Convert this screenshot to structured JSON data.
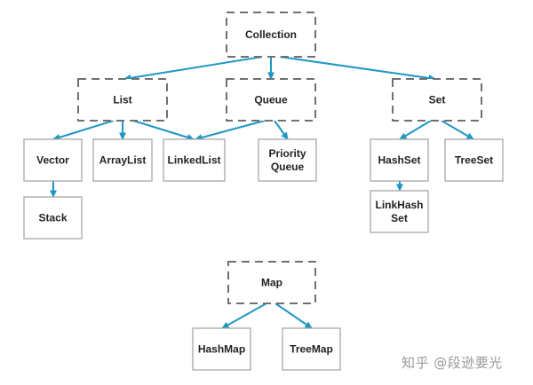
{
  "diagram": {
    "nodes": [
      {
        "id": "collection",
        "label": [
          "Collection"
        ],
        "style": "dashed"
      },
      {
        "id": "list",
        "label": [
          "List"
        ],
        "style": "dashed"
      },
      {
        "id": "queue",
        "label": [
          "Queue"
        ],
        "style": "dashed"
      },
      {
        "id": "set",
        "label": [
          "Set"
        ],
        "style": "dashed"
      },
      {
        "id": "vector",
        "label": [
          "Vector"
        ],
        "style": "solid"
      },
      {
        "id": "arraylist",
        "label": [
          "ArrayList"
        ],
        "style": "solid"
      },
      {
        "id": "linkedlist",
        "label": [
          "LinkedList"
        ],
        "style": "solid"
      },
      {
        "id": "priorityqueue",
        "label": [
          "Priority",
          "Queue"
        ],
        "style": "solid"
      },
      {
        "id": "hashset",
        "label": [
          "HashSet"
        ],
        "style": "solid"
      },
      {
        "id": "treeset",
        "label": [
          "TreeSet"
        ],
        "style": "solid"
      },
      {
        "id": "stack",
        "label": [
          "Stack"
        ],
        "style": "solid"
      },
      {
        "id": "linkhashset",
        "label": [
          "LinkHash",
          "Set"
        ],
        "style": "solid"
      },
      {
        "id": "map",
        "label": [
          "Map"
        ],
        "style": "dashed"
      },
      {
        "id": "hashmap",
        "label": [
          "HashMap"
        ],
        "style": "solid"
      },
      {
        "id": "treemap",
        "label": [
          "TreeMap"
        ],
        "style": "solid"
      }
    ],
    "edges": [
      {
        "from": "collection",
        "to": "list"
      },
      {
        "from": "collection",
        "to": "queue"
      },
      {
        "from": "collection",
        "to": "set"
      },
      {
        "from": "list",
        "to": "vector"
      },
      {
        "from": "list",
        "to": "arraylist"
      },
      {
        "from": "list",
        "to": "linkedlist"
      },
      {
        "from": "queue",
        "to": "linkedlist"
      },
      {
        "from": "queue",
        "to": "priorityqueue"
      },
      {
        "from": "set",
        "to": "hashset"
      },
      {
        "from": "set",
        "to": "treeset"
      },
      {
        "from": "vector",
        "to": "stack"
      },
      {
        "from": "hashset",
        "to": "linkhashset"
      },
      {
        "from": "map",
        "to": "hashmap"
      },
      {
        "from": "map",
        "to": "treemap"
      }
    ],
    "edge_color": "#1f97c3"
  },
  "watermark": "知乎 @段逊要光"
}
